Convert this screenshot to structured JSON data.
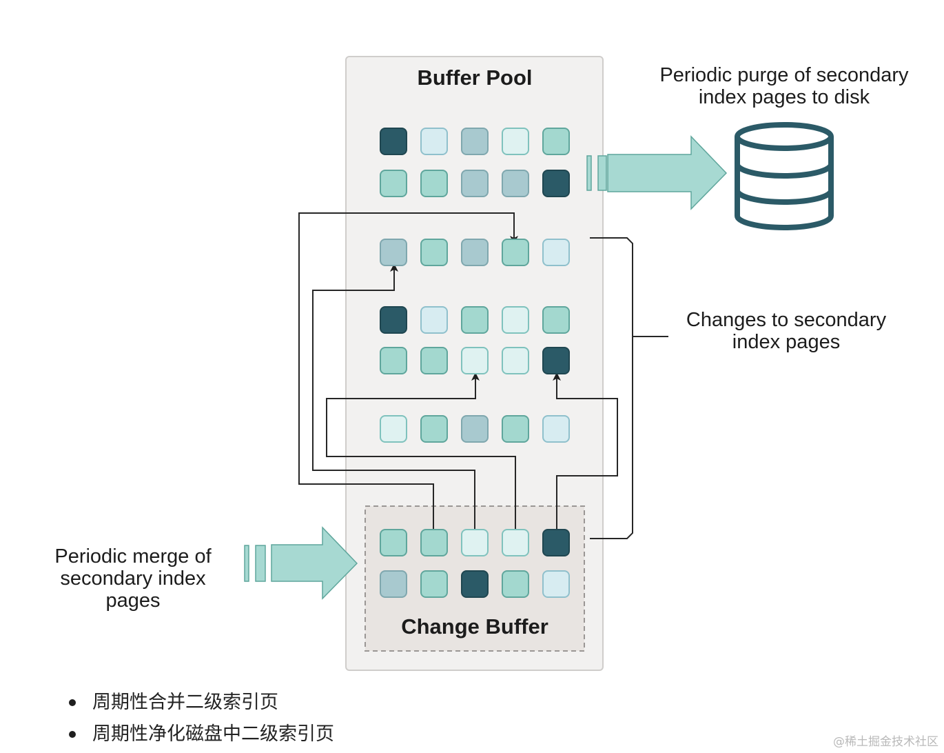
{
  "diagram": {
    "buffer_pool_label": "Buffer Pool",
    "change_buffer_label": "Change Buffer",
    "purge_label_line1": "Periodic purge of secondary",
    "purge_label_line2": "index pages to disk",
    "changes_label_line1": "Changes to secondary",
    "changes_label_line2": "index pages",
    "merge_label_line1": "Periodic merge of",
    "merge_label_line2": "secondary index",
    "merge_label_line3": "pages",
    "colors": {
      "dark": "#2b5a67",
      "teal": "#a3d8cf",
      "slate": "#a8c9cf",
      "ice": "#d7ecf1",
      "pale": "#dff2f1",
      "arrow_fill": "#a7d9d2",
      "pool_bg": "#f2f1f0",
      "change_buffer_bg": "#e8e4e1"
    },
    "page_rows": [
      [
        "dark",
        "ice",
        "slate",
        "pale",
        "teal"
      ],
      [
        "teal",
        "teal",
        "slate",
        "slate",
        "dark"
      ],
      [
        "slate",
        "teal",
        "slate",
        "teal",
        "ice"
      ],
      [
        "dark",
        "ice",
        "teal",
        "pale",
        "teal"
      ],
      [
        "teal",
        "teal",
        "pale",
        "pale",
        "dark"
      ],
      [
        "pale",
        "teal",
        "slate",
        "teal",
        "ice"
      ]
    ],
    "change_buffer_rows": [
      [
        "teal",
        "teal",
        "pale",
        "pale",
        "dark"
      ],
      [
        "slate",
        "teal",
        "dark",
        "teal",
        "ice"
      ]
    ],
    "icons": [
      "database-icon",
      "purge-arrow-icon",
      "merge-arrow-icon"
    ]
  },
  "bullets": [
    "周期性合并二级索引页",
    "周期性净化磁盘中二级索引页"
  ],
  "watermark": "@稀土掘金技术社区"
}
